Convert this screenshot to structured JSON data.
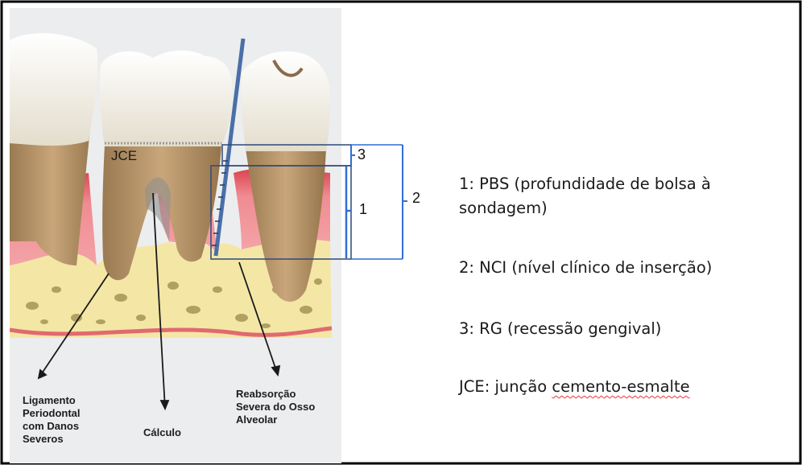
{
  "illustration": {
    "jce_label": "JCE",
    "measure_3": "3",
    "measure_1": "1",
    "measure_2": "2",
    "callout_ligamento": [
      "Ligamento",
      "Periodontal",
      "com Danos",
      "Severos"
    ],
    "callout_calculo": "Cálculo",
    "callout_reabsorcao": [
      "Reabsorção",
      "Severa do Osso",
      "Alveolar"
    ]
  },
  "legend": {
    "item1_line1": "1: PBS (profundidade de bolsa à",
    "item1_line2": "sondagem)",
    "item2": "2: NCI (nível clínico de inserção)",
    "item3": "3: RG (recessão gengival)",
    "item4_prefix": "JCE: junção ",
    "item4_underlined": "cemento-esmalte"
  },
  "colors": {
    "border": "#000000",
    "panel_bg": "#ecedee",
    "gum": "#e8808a",
    "bone": "#f4e7a6",
    "tooth_crown": "#f3f0e6",
    "tooth_root": "#b8976a",
    "bracket": "#2f6fd6",
    "probe": "#4a6fa8"
  }
}
